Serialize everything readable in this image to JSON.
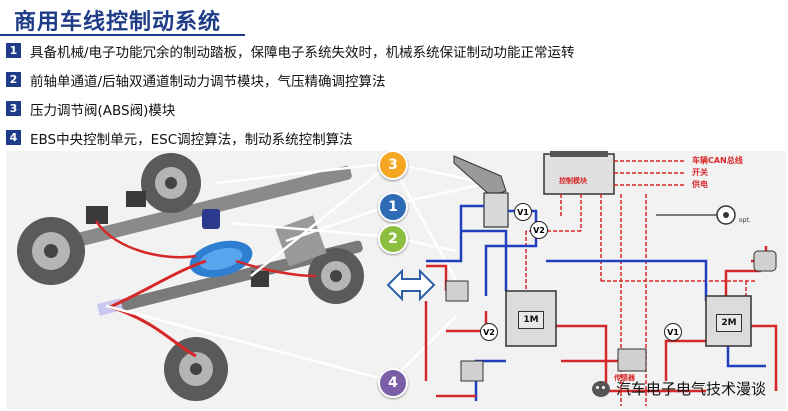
{
  "title": "商用车线控制动系统",
  "points": [
    {
      "num": "1",
      "text": "具备机械/电子功能冗余的制动踏板，保障电子系统失效时，机械系统保证制动功能正常运转"
    },
    {
      "num": "2",
      "text": "前轴单通道/后轴双通道制动力调节模块，气压精确调控算法"
    },
    {
      "num": "3",
      "text": "压力调节阀(ABS阀)模块"
    },
    {
      "num": "4",
      "text": "EBS中央控制单元，ESC调控算法，制动系统控制算法"
    }
  ],
  "diagram": {
    "ecu_label": "控制模块",
    "can_label": "车辆CAN总线",
    "switch_label": "开关",
    "power_label": "供电",
    "opt_label": "opt.",
    "sensor_label": "传感器",
    "module_front": "1M",
    "module_rear": "2M",
    "valve_v1": "V1",
    "valve_v2": "V2",
    "callouts": [
      {
        "label": "3",
        "color": "#f5a623"
      },
      {
        "label": "1",
        "color": "#2d6bb5"
      },
      {
        "label": "2",
        "color": "#8cbf3f"
      },
      {
        "label": "4",
        "color": "#7a5ea8"
      }
    ],
    "colors": {
      "red": "#d62828",
      "blue": "#1f3fbf",
      "accent": "#1f3c88"
    }
  },
  "watermark": "汽车电子电气技术漫谈"
}
